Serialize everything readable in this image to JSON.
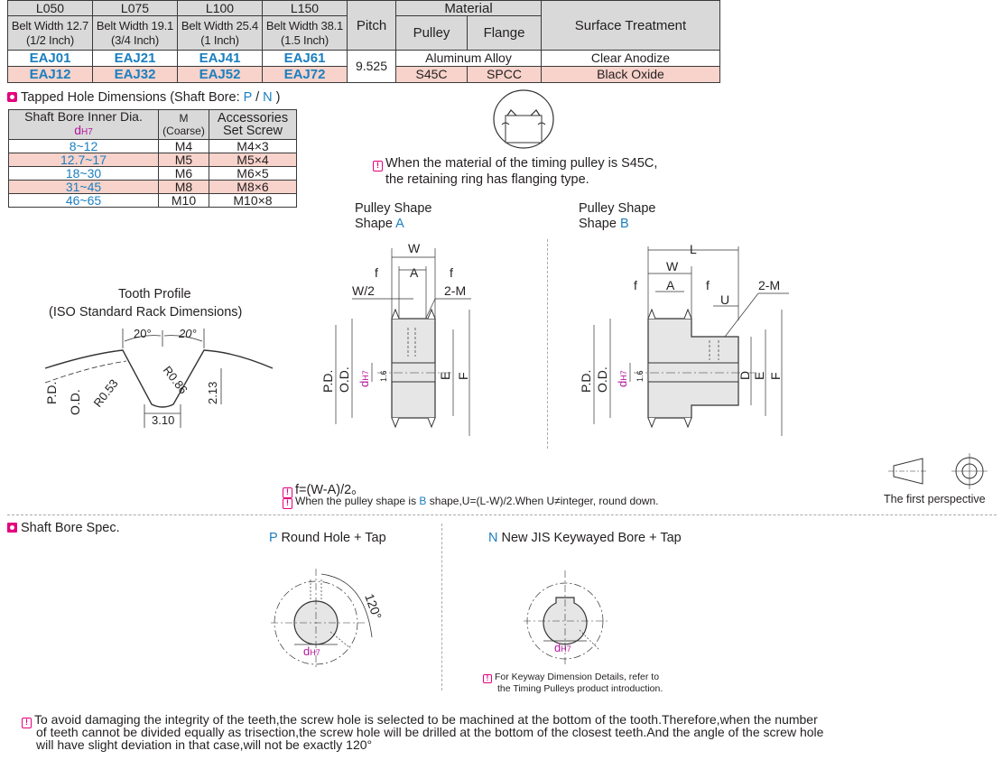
{
  "spec_table": {
    "headers": {
      "l050": "L050",
      "l075": "L075",
      "l100": "L100",
      "l150": "L150",
      "pitch": "Pitch",
      "material": "Material",
      "pulley": "Pulley",
      "flange": "Flange",
      "surface": "Surface Treatment",
      "bw050": "Belt Width 12.7",
      "bw050b": "(1/2 Inch)",
      "bw075": "Belt Width 19.1",
      "bw075b": "(3/4 Inch)",
      "bw100": "Belt Width 25.4",
      "bw100b": "(1 Inch)",
      "bw150": "Belt Width 38.1",
      "bw150b": "(1.5 Inch)"
    },
    "pitch_value": "9.525",
    "rows": [
      {
        "codes": [
          "EAJ01",
          "EAJ21",
          "EAJ41",
          "EAJ61"
        ],
        "material": "Aluminum Alloy",
        "surface": "Clear Anodize"
      },
      {
        "codes": [
          "EAJ12",
          "EAJ32",
          "EAJ52",
          "EAJ72"
        ],
        "pulley": "S45C",
        "flange": "SPCC",
        "surface": "Black Oxide"
      }
    ]
  },
  "tapped": {
    "title_pre": "Tapped Hole Dimensions (Shaft Bore: ",
    "p": "P",
    "slash": " / ",
    "n": "N",
    "title_post": " )",
    "col1": "Shaft Bore Inner Dia.",
    "col1_sym": "d",
    "col1_sub": "H7",
    "col2": "M",
    "col2b": "(Coarse)",
    "col3": "Accessories",
    "col3b": "Set Screw",
    "rows": [
      {
        "dia": "8~12",
        "m": "M4",
        "screw": "M4×3"
      },
      {
        "dia": "12.7~17",
        "m": "M5",
        "screw": "M5×4"
      },
      {
        "dia": "18~30",
        "m": "M6",
        "screw": "M6×5"
      },
      {
        "dia": "31~45",
        "m": "M8",
        "screw": "M8×6"
      },
      {
        "dia": "46~65",
        "m": "M10",
        "screw": "M10×8"
      }
    ]
  },
  "flange_note": {
    "line1": "When the material of the timing pulley is S45C,",
    "line2": "the retaining ring has flanging type."
  },
  "tooth": {
    "title1": "Tooth Profile",
    "title2": "(ISO Standard Rack Dimensions)",
    "angle_left": "20°",
    "angle_right": "20°",
    "r_tip": "R0.86",
    "r_root": "R0.53",
    "depth": "2.13",
    "width": "3.10",
    "pd": "P.D.",
    "od": "O.D."
  },
  "shape_a": {
    "title1": "Pulley Shape",
    "title2": "Shape ",
    "letter": "A",
    "w": "W",
    "f": "f",
    "a": "A",
    "w2": "W/2",
    "m2": "2-M",
    "pd": "P.D.",
    "od": "O.D.",
    "d": "d",
    "dsub": "H7",
    "e": "E",
    "F": "F",
    "r": "1.6"
  },
  "shape_b": {
    "title1": "Pulley Shape",
    "title2": "Shape ",
    "letter": "B",
    "l": "L",
    "w": "W",
    "f": "f",
    "a": "A",
    "u": "U",
    "m2": "2-M",
    "pd": "P.D.",
    "od": "O.D.",
    "d": "d",
    "dsub": "H7",
    "D": "D",
    "e": "E",
    "F": "F",
    "r": "1.6"
  },
  "formula": {
    "line1": "f=(W-A)/2。",
    "line2_pre": "When the pulley shape is ",
    "line2_b": "B",
    "line2_post": " shape,U=(L-W)/2.When U≠integer, round down."
  },
  "projection": "The first perspective",
  "shaft_bore": {
    "title": "Shaft Bore Spec.",
    "p_letter": "P",
    "p_label": " Round Hole + Tap",
    "n_letter": "N",
    "n_label": " New JIS Keywayed Bore + Tap",
    "angle": "120°",
    "d": "d",
    "dsub": "H7",
    "keyway_note1": "For Keyway Dimension Details, refer to",
    "keyway_note2": "the Timing Pulleys product introduction."
  },
  "bottom_note": {
    "line1": "To avoid damaging the integrity of the teeth,the screw hole is selected to be machined at the bottom of the tooth.Therefore,when the number",
    "line2": "of teeth cannot be divided equally as trisection,the screw hole will be drilled at the bottom of the closest teeth.And the angle of the screw hole",
    "line3": "will have slight deviation in that case,will not be exactly 120°"
  },
  "colors": {
    "accent_blue": "#1a7fc0",
    "pink_row": "#f7d3cb",
    "header_gray": "#d9d9d9",
    "magenta": "#e5007e"
  }
}
